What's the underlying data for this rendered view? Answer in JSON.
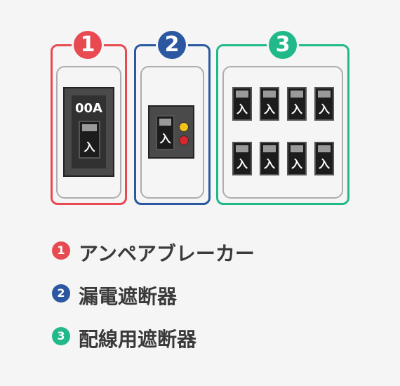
{
  "colors": {
    "red": "#e84a52",
    "blue": "#2b58a0",
    "green": "#22b98a"
  },
  "badges": {
    "b1": "1",
    "b2": "2",
    "b3": "3"
  },
  "main_breaker": {
    "amp_label": "00A",
    "switch_label": "入"
  },
  "elcb": {
    "switch_label": "入"
  },
  "branch": {
    "switch_labels": [
      "入",
      "入",
      "入",
      "入",
      "入",
      "入",
      "入",
      "入"
    ]
  },
  "legend": [
    {
      "num": "1",
      "text": "アンペアブレーカー"
    },
    {
      "num": "2",
      "text": "漏電遮断器"
    },
    {
      "num": "3",
      "text": "配線用遮断器"
    }
  ]
}
